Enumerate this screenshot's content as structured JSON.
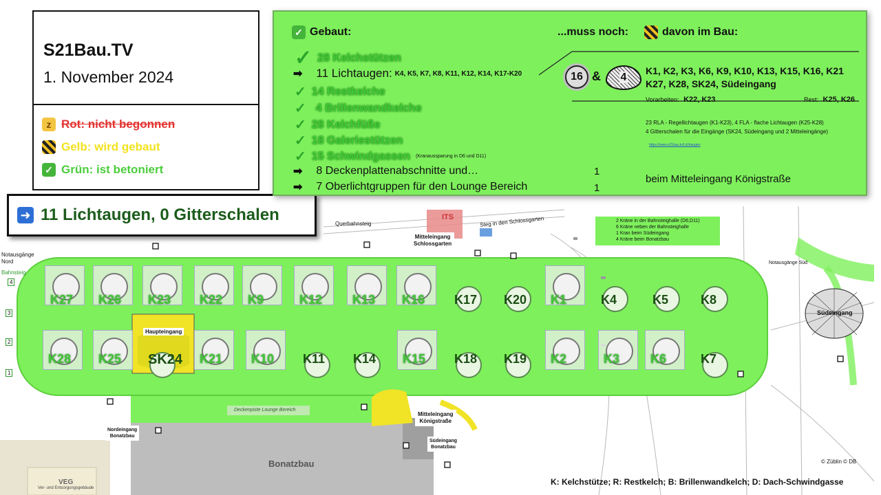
{
  "header": {
    "brand": "S21Bau.TV",
    "date": "1. November 2024"
  },
  "legend": {
    "red": "Rot: nicht begonnen",
    "yellow": "Gelb: wird gebaut",
    "green": "Grün: ist betoniert"
  },
  "summary": {
    "text": "11 Lichtaugen, 0 Gitterschalen"
  },
  "status": {
    "heading_built": "Gebaut:",
    "heading_todo": "...muss noch:",
    "heading_inprogress": "davon im Bau:",
    "done_items": [
      {
        "text": "28 Kelchstützen"
      },
      {
        "text": "14 Restkelche"
      },
      {
        "text": "4 Brillenwandkelche"
      },
      {
        "text": "28 Kelchfüße"
      },
      {
        "text": "18 Galeriestützen"
      },
      {
        "text": "15 Schwindgassen",
        "note": "(Kranaussparung in D6 und D11)"
      }
    ],
    "lichtaugen": {
      "main": "11 Lichtaugen:",
      "detail": "K4, K5, K7, K8, K11, K12, K14, K17-K20"
    },
    "todo_items": [
      {
        "text": "8 Deckenplattenabschnitte und…",
        "count": "1"
      },
      {
        "text": "7 Oberlichtgruppen für den Lounge Bereich",
        "count": "1"
      }
    ],
    "count_lichtaugen": "16",
    "amp": "&",
    "count_gitter": "4",
    "remaining_line1": "K1, K2, K3, K6, K9, K10, K13, K15, K16, K21",
    "remaining_line2": "K27, K28, SK24, Südeingang",
    "vorarbeiten_label": "Vorarbeiten:",
    "vorarbeiten_value": "K22, K23",
    "rest_label": "Rest:",
    "rest_value": "K25, K26",
    "note1": "23 RLA - Regellichtaugen (K1-K23), 4 FLA - flache Lichtaugen (K25-K28)",
    "note2": "4 Gitterschalen für die Eingänge (SK24, Südeingang und 2 Mitteleingänge)",
    "link": "https://www.s21bau.tv/Lichtaugen",
    "mitteleingang": "beim Mitteleingang Königstraße"
  },
  "map": {
    "querbahnsteig": "Querbahnsteig",
    "its": "ITS",
    "steg": "Steg in den Schlossgarten",
    "mitte_schloss": [
      "Mitteleingang",
      "Schlossgarten"
    ],
    "mitte_koenig": [
      "Mitteleingang",
      "Königstraße"
    ],
    "haupteingang": "Haupteingang",
    "notausgaenge_nord": [
      "Notausgänge",
      "Nord"
    ],
    "bahnsteig": "Bahnsteig",
    "notausgang_sued": "Notausgänge Süd",
    "suedeingang": "Südeingang",
    "nordeingang": [
      "Nordeingang",
      "Bonatzbau"
    ],
    "suedeingang_bonatz": [
      "Südeingang",
      "Bonatzbau"
    ],
    "bonatzbau": "Bonatzbau",
    "lounge": "Deckenpiste Lounge Bereich",
    "veg": "VEG",
    "veg_sub": "Ver- und Entsorgungsgebäude",
    "copyright": "© Züblin © DB",
    "footer": "K: Kelchstütze; R: Restkelch; B: Brillenwandkelch; D: Dach-Schwindgasse",
    "platform_numbers": [
      "4",
      "3",
      "2",
      "1"
    ],
    "crane_notes": [
      "2 Kräne in der Bahnsteighalle (D6,D11)",
      "6 Kräne neben der Bahnsteighalle",
      "1 Kran beim Südeingang",
      "4 Kräne beim Bonatzbau"
    ],
    "kelche": [
      {
        "id": "K27",
        "done": true
      },
      {
        "id": "K26",
        "done": true
      },
      {
        "id": "K23",
        "done": true
      },
      {
        "id": "K22",
        "done": true
      },
      {
        "id": "K9",
        "done": true
      },
      {
        "id": "K12",
        "done": true
      },
      {
        "id": "K13",
        "done": true
      },
      {
        "id": "K16",
        "done": true
      },
      {
        "id": "K17",
        "done": false
      },
      {
        "id": "K20",
        "done": false
      },
      {
        "id": "K1",
        "done": true
      },
      {
        "id": "K4",
        "done": false
      },
      {
        "id": "K5",
        "done": false
      },
      {
        "id": "K8",
        "done": false
      },
      {
        "id": "K28",
        "done": true
      },
      {
        "id": "K25",
        "done": true
      },
      {
        "id": "SK24",
        "done": false
      },
      {
        "id": "K21",
        "done": true
      },
      {
        "id": "K10",
        "done": true
      },
      {
        "id": "K11",
        "done": false
      },
      {
        "id": "K14",
        "done": false
      },
      {
        "id": "K15",
        "done": true
      },
      {
        "id": "K18",
        "done": false
      },
      {
        "id": "K19",
        "done": false
      },
      {
        "id": "K2",
        "done": true
      },
      {
        "id": "K3",
        "done": true
      },
      {
        "id": "K6",
        "done": true
      },
      {
        "id": "K7",
        "done": false
      }
    ]
  }
}
